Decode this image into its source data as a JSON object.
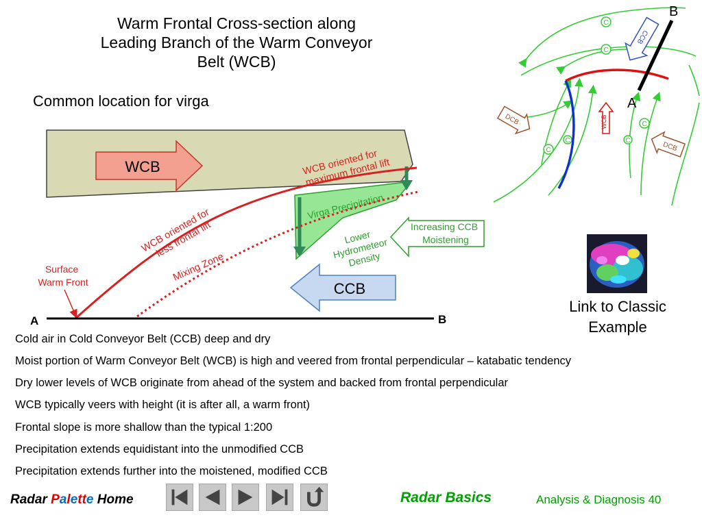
{
  "slide": {
    "title_lines": [
      "Warm Frontal Cross-section along",
      "Leading Branch of the Warm Conveyor",
      "Belt (WCB)"
    ],
    "virga_note": "Common location for virga"
  },
  "cross_section": {
    "wcb_arrow_label": "WCB",
    "ccb_arrow_label": "CCB",
    "wcb_max_lift": [
      "WCB oriented for",
      "maximum frontal lift"
    ],
    "wcb_less_lift": [
      "WCB oriented for",
      "less frontal lift"
    ],
    "virga_precip": "Virga Precipitation",
    "mixing_zone": "Mixing Zone",
    "lower_hydrometeor": [
      "Lower",
      "Hydrometeor",
      "Density"
    ],
    "increasing_ccb": [
      "Increasing CCB",
      "Moistening"
    ],
    "surface_front": [
      "Surface",
      "Warm Front"
    ],
    "point_a": "A",
    "point_b": "B"
  },
  "plan_view": {
    "point_a": "A",
    "point_b": "B",
    "ccb_label": "CCB",
    "wcb_label": "WCB",
    "dcb_label_1": "DCB",
    "dcb_label_2": "DCB",
    "c_marker": "C"
  },
  "link": {
    "lines": [
      "Link to Classic",
      "Example"
    ]
  },
  "bullets": [
    "Cold air in Cold Conveyor Belt (CCB) deep and dry",
    "Moist portion of Warm Conveyor Belt (WCB) is high and veered from frontal perpendicular – katabatic tendency",
    "Dry lower levels of WCB originate from ahead of the system and backed from frontal perpendicular",
    "WCB typically veers with height (it is after all, a warm front)",
    "Frontal slope is more shallow than the typical 1:200",
    "Precipitation extends equidistant into the unmodified CCB",
    "Precipitation extends further into the moistened, modified CCB"
  ],
  "footer": {
    "radar": "Radar ",
    "palette_letters": [
      "P",
      "a",
      "l",
      "e",
      "t",
      "t",
      "e"
    ],
    "home": " Home",
    "radar_basics": "Radar Basics",
    "analysis": "Analysis & Diagnosis 40"
  },
  "colors": {
    "front_red": "#d92020",
    "virga_green": "#7ce07c",
    "wcb_box": "#d9d9b3",
    "wcb_arrow": "#f4a090",
    "ccb_arrow": "#c6d9f1",
    "footer_green": "#00a000",
    "palette_colors": [
      "#e00000",
      "#0070c0",
      "#e00000",
      "#0070c0",
      "#e00000",
      "#e00000",
      "#0070c0"
    ]
  }
}
